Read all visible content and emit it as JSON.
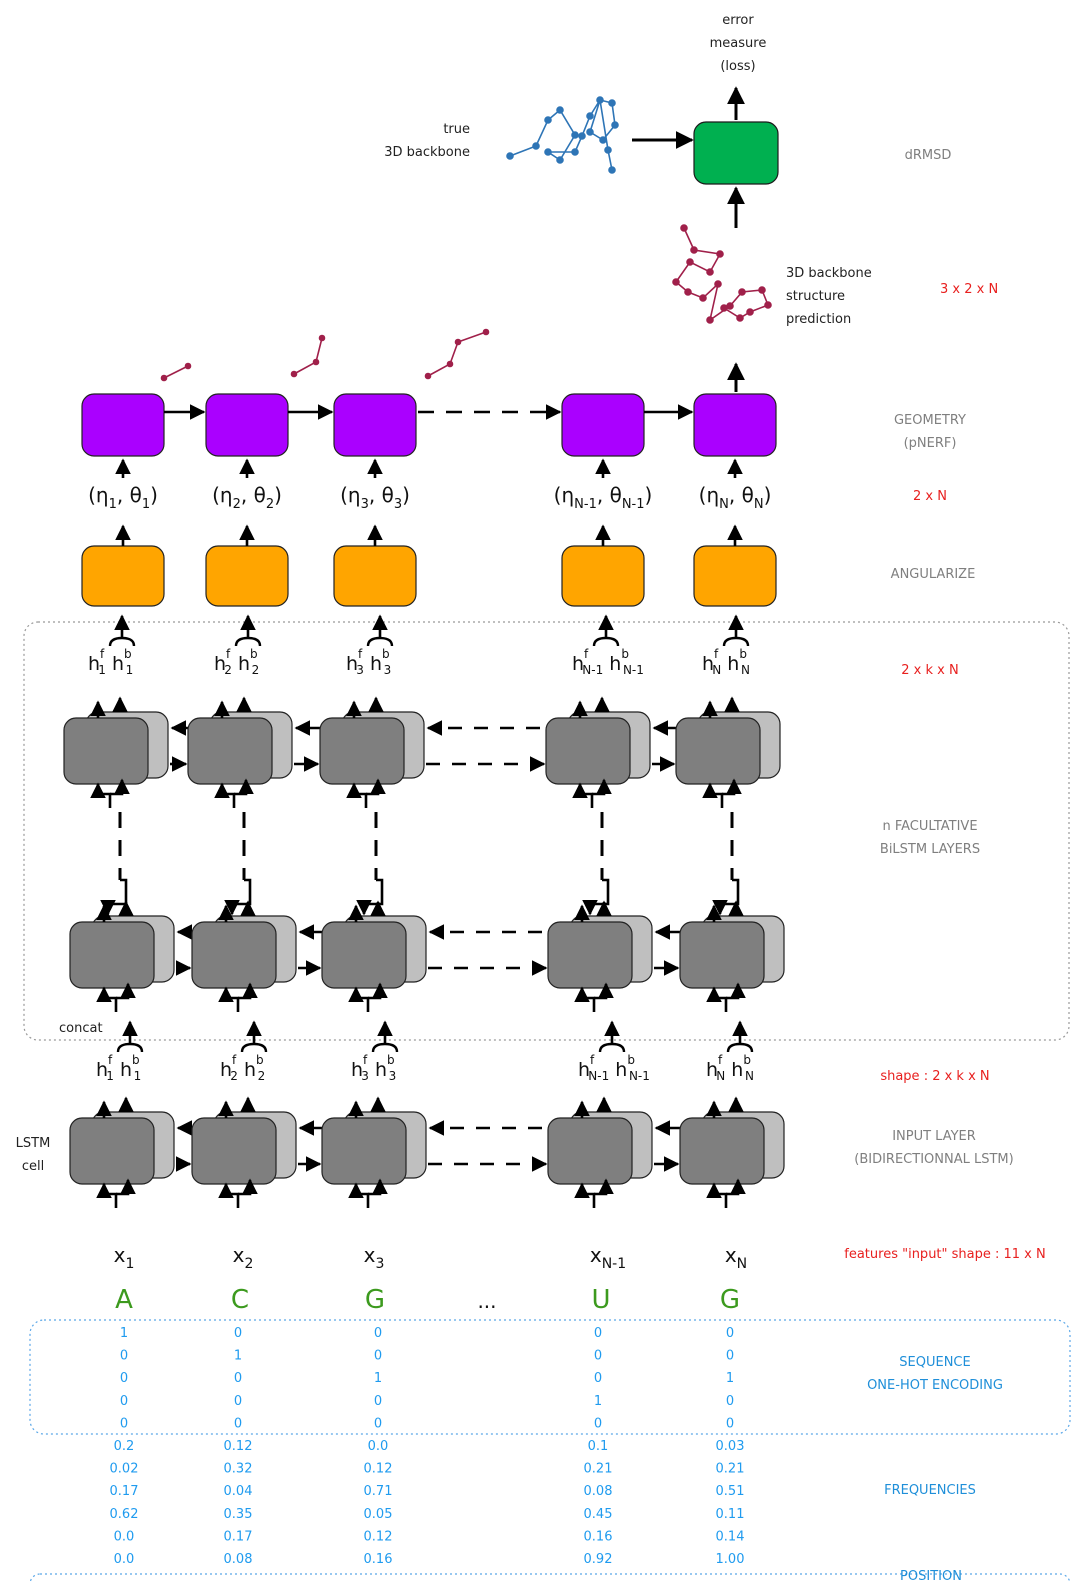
{
  "labels": {
    "error_measure": [
      "error",
      "measure",
      "(loss)"
    ],
    "true_backbone": [
      "true",
      "3D backbone"
    ],
    "drmsd": "dRMSD",
    "backbone_prediction": [
      "3D backbone",
      "structure",
      "prediction"
    ],
    "prediction_shape": "3 x 2 x N",
    "geometry": [
      "GEOMETRY",
      "(pNERF)"
    ],
    "angles_shape": "2 x N",
    "angularize": "ANGULARIZE",
    "hidden_shape": "2 x k x N",
    "facultative": [
      "n FACULTATIVE",
      "BiLSTM LAYERS"
    ],
    "concat": "concat",
    "shape": "shape : 2 x k x N",
    "lstm_cell": [
      "LSTM",
      "cell"
    ],
    "input_layer": [
      "INPUT LAYER",
      "(BIDIRECTIONNAL LSTM)"
    ],
    "features_shape": "features \"input\" shape : 11 x N",
    "sequence": [
      "SEQUENCE",
      "ONE-HOT ENCODING"
    ],
    "frequencies": "FREQUENCIES",
    "position": "POSITION",
    "ellipsis": "..."
  },
  "angle_tuples": [
    {
      "eta": "η",
      "eta_sub": "1",
      "theta": "θ",
      "theta_sub": "1"
    },
    {
      "eta": "η",
      "eta_sub": "2",
      "theta": "θ",
      "theta_sub": "2"
    },
    {
      "eta": "η",
      "eta_sub": "3",
      "theta": "θ",
      "theta_sub": "3"
    },
    {
      "eta": "η",
      "eta_sub": "N-1",
      "theta": "θ",
      "theta_sub": "N-1"
    },
    {
      "eta": "η",
      "eta_sub": "N",
      "theta": "θ",
      "theta_sub": "N"
    }
  ],
  "hidden_subscripts": [
    "1",
    "2",
    "3",
    "N-1",
    "N"
  ],
  "hidden_sup_f": "f",
  "hidden_sup_b": "b",
  "hidden_base": "h",
  "inputs": [
    {
      "base": "x",
      "sub": "1"
    },
    {
      "base": "x",
      "sub": "2"
    },
    {
      "base": "x",
      "sub": "3"
    },
    {
      "base": "x",
      "sub": "N-1"
    },
    {
      "base": "x",
      "sub": "N"
    }
  ],
  "nucleotides": [
    "A",
    "C",
    "G",
    "U",
    "G"
  ],
  "one_hot": [
    [
      "1",
      "0",
      "0",
      "0",
      "0"
    ],
    [
      "0",
      "1",
      "0",
      "0",
      "0"
    ],
    [
      "0",
      "0",
      "1",
      "0",
      "1"
    ],
    [
      "0",
      "0",
      "0",
      "1",
      "0"
    ],
    [
      "0",
      "0",
      "0",
      "0",
      "0"
    ]
  ],
  "frequencies": [
    [
      "0.2",
      "0.12",
      "0.0",
      "0.1",
      "0.03"
    ],
    [
      "0.02",
      "0.32",
      "0.12",
      "0.21",
      "0.21"
    ],
    [
      "0.17",
      "0.04",
      "0.71",
      "0.08",
      "0.51"
    ],
    [
      "0.62",
      "0.35",
      "0.05",
      "0.45",
      "0.11"
    ],
    [
      "0.0",
      "0.17",
      "0.12",
      "0.16",
      "0.14"
    ]
  ],
  "positions": [
    "0.0",
    "0.08",
    "0.16",
    "0.92",
    "1.00"
  ],
  "colors": {
    "geometry_block": "#aa00ff",
    "angularize_block": "#ffa500",
    "loss_block": "#00b050",
    "lstm_front": "#7f7f7f",
    "lstm_back": "#bfbfbf",
    "true_structure": "#2e75b6",
    "predicted_structure": "#a0204a",
    "shape_text": "#e8201f",
    "encoding_text": "#1f9bef",
    "nucleotide_text": "#3c9a1e"
  }
}
